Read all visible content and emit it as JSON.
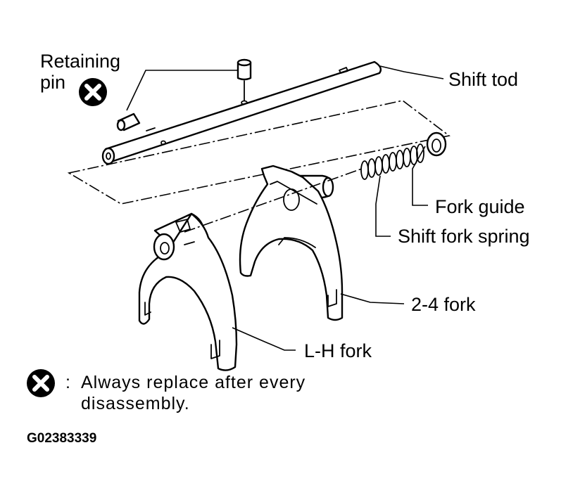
{
  "labels": {
    "retaining_pin_line1": "Retaining",
    "retaining_pin_line2": "pin",
    "shift_rod": "Shift tod",
    "fork_guide": "Fork guide",
    "shift_fork_spring": "Shift fork spring",
    "fork_2_4": "2-4 fork",
    "lh_fork": "L-H fork"
  },
  "legend": {
    "separator": ":",
    "line1": "Always replace after every",
    "line2": "disassembly."
  },
  "figure_code": "G02383339",
  "icons": {
    "replace_marker": "x-circle-icon"
  },
  "colors": {
    "ink": "#000000",
    "paper": "#ffffff"
  }
}
